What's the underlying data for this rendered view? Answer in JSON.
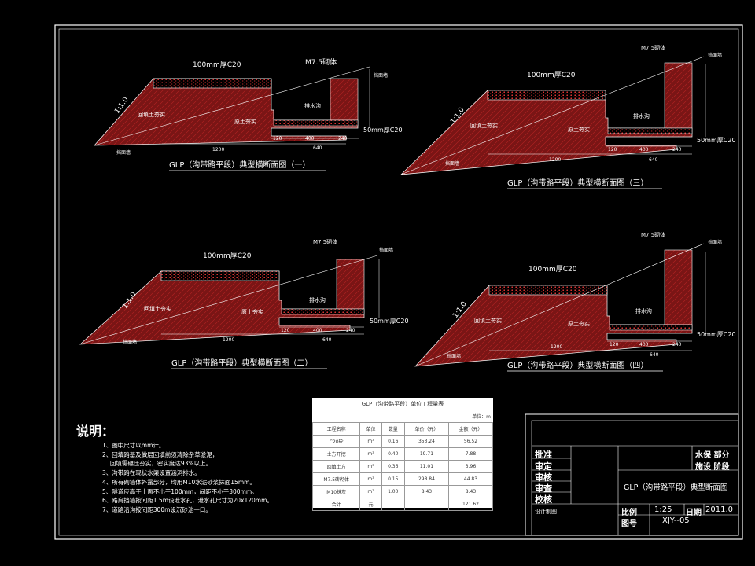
{
  "colors": {
    "section_fill": "#7a1515",
    "section_dots": "#ff3030",
    "line": "#ffffff",
    "background": "#000000"
  },
  "sections": [
    {
      "caption": "GLP（沟带路平段）典型横断面图（一）",
      "slope": "1:1.0",
      "label_c20_top": "100mm厚C20",
      "label_wall": "M7.5砌体",
      "label_wall2": "挡面墙",
      "label_fill_left": "回填土夯实",
      "label_fill_right": "原土夯实",
      "label_ditch": "排水沟",
      "label_c20_bottom": "50mm厚C20",
      "label_base": "挡面墙",
      "dims": {
        "d1200": "1200",
        "d120": "120",
        "d400": "400",
        "d240": "240",
        "d640": "640"
      }
    },
    {
      "caption": "GLP（沟带路平段）典型横断面图（三）",
      "slope": "1:1.0",
      "label_c20_top": "100mm厚C20",
      "label_wall": "M7.5砌体",
      "label_wall2": "挡面墙",
      "label_fill_left": "回填土夯实",
      "label_fill_right": "原土夯实",
      "label_ditch": "排水沟",
      "label_c20_bottom": "50mm厚C20",
      "label_base": "挡面墙",
      "dims": {
        "d1200": "1200",
        "d120": "120",
        "d400": "400",
        "d240": "240",
        "d640": "640"
      }
    },
    {
      "caption": "GLP（沟带路平段）典型横断面图（二）",
      "slope": "1:1.0",
      "label_c20_top": "100mm厚C20",
      "label_wall": "M7.5砌体",
      "label_wall2": "挡面墙",
      "label_fill_left": "回填土夯实",
      "label_fill_right": "原土夯实",
      "label_ditch": "排水沟",
      "label_c20_bottom": "50mm厚C20",
      "label_base": "挡面墙",
      "dims": {
        "d1200": "1200",
        "d120": "120",
        "d400": "400",
        "d240": "240",
        "d640": "640"
      }
    },
    {
      "caption": "GLP（沟带路平段）典型横断面图（四）",
      "slope": "1:1.0",
      "label_c20_top": "100mm厚C20",
      "label_wall": "M7.5砌体",
      "label_wall2": "挡面墙",
      "label_fill_left": "回填土夯实",
      "label_fill_right": "原土夯实",
      "label_ditch": "排水沟",
      "label_c20_bottom": "50mm厚C20",
      "label_base": "挡面墙",
      "dims": {
        "d1200": "1200",
        "d120": "120",
        "d400": "400",
        "d240": "240",
        "d640": "640"
      }
    }
  ],
  "quantity_table": {
    "title": "GLP（沟带路平段）单位工程量表",
    "unit_note": "单位：m",
    "headers": [
      "工程名称",
      "单位",
      "数量",
      "单价（元）",
      "金额（元）"
    ],
    "rows": [
      [
        "C20砼",
        "m³",
        "0.16",
        "353.24",
        "56.52"
      ],
      [
        "土方开挖",
        "m³",
        "0.40",
        "19.71",
        "7.88"
      ],
      [
        "回填土方",
        "m³",
        "0.36",
        "11.01",
        "3.96"
      ],
      [
        "M7.5砖砌体",
        "m³",
        "0.15",
        "298.84",
        "44.83"
      ],
      [
        "M10抹灰",
        "m²",
        "1.00",
        "8.43",
        "8.43"
      ],
      [
        "合计",
        "元",
        "",
        "",
        "121.62"
      ]
    ]
  },
  "notes": {
    "title": "说明：",
    "items": [
      "1、图中尺寸以mm计。",
      "2、回填路基及做层回填前须清除杂草淤泥，",
      "　 回填需碾压夯实，密实度达93%以上。",
      "3、沟带路在现状水渠设置涵洞排水。",
      "4、所有砌墙体外露部分，均用M10水泥砂浆抹面15mm。",
      "5、隧道应高于土面不小于100mm，间距不小于300mm。",
      "6、路肩挡墙按间距1.5m设泄水孔，泄水孔尺寸为20x120mm。",
      "7、道路沿沟按间距300m设沉砂池一口。"
    ]
  },
  "title_block": {
    "approve": "批准",
    "review": "审定",
    "check": "审核",
    "audit": "审查",
    "proofread": "校核",
    "design": "设计制图",
    "project_part": "水保 部分",
    "stage": "施设 阶段",
    "drawing_title": "GLP（沟带路平段）典型断面图",
    "scale_label": "比例",
    "scale_value": "1:25",
    "date_label": "日期",
    "date_value": "2011.0",
    "figure_label": "图号",
    "figure_value": "XJY--05"
  }
}
